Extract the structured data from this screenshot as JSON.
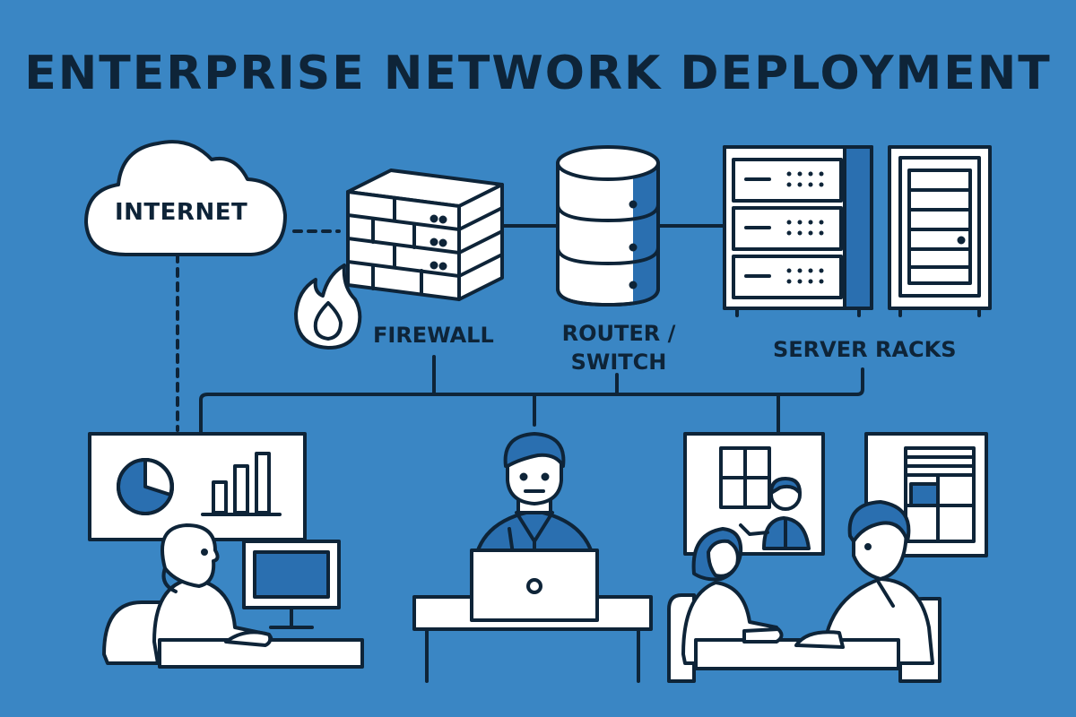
{
  "title": "ENTERPRISE NETWORK DEPLOYMENT",
  "nodes": {
    "internet": "INTERNET",
    "firewall": "FIREWALL",
    "router_line1": "ROUTER /",
    "router_line2": "SWITCH",
    "servers": "SERVER RACKS"
  },
  "colors": {
    "background": "#3a86c4",
    "ink": "#0e2438",
    "fill": "#ffffff",
    "accent": "#2a6fb0"
  }
}
